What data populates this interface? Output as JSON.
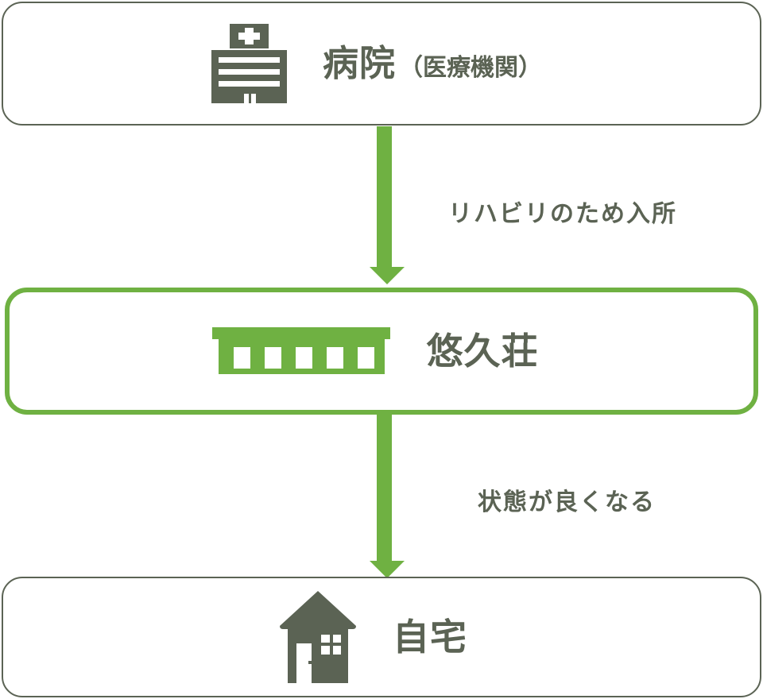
{
  "diagram": {
    "type": "flowchart",
    "orientation": "vertical",
    "colors": {
      "accent_green": "#6fb142",
      "dark_olive": "#5b6354",
      "background": "#ffffff"
    },
    "nodes": [
      {
        "id": "hospital",
        "label": "病院",
        "sublabel": "（医療機関）",
        "icon": "hospital-icon",
        "border_style": "thin-gray",
        "border_color": "#5b6354"
      },
      {
        "id": "facility",
        "label": "悠久荘",
        "sublabel": "",
        "icon": "care-facility-icon",
        "border_style": "thick-green",
        "border_color": "#6fb142"
      },
      {
        "id": "home",
        "label": "自宅",
        "sublabel": "",
        "icon": "house-icon",
        "border_style": "thin-gray",
        "border_color": "#5b6354"
      }
    ],
    "edges": [
      {
        "id": "edge-1",
        "from": "hospital",
        "to": "facility",
        "label": "リハビリのため入所",
        "color": "#6fb142",
        "direction": "down"
      },
      {
        "id": "edge-2",
        "from": "facility",
        "to": "home",
        "label": "状態が良くなる",
        "color": "#6fb142",
        "direction": "down"
      }
    ]
  }
}
